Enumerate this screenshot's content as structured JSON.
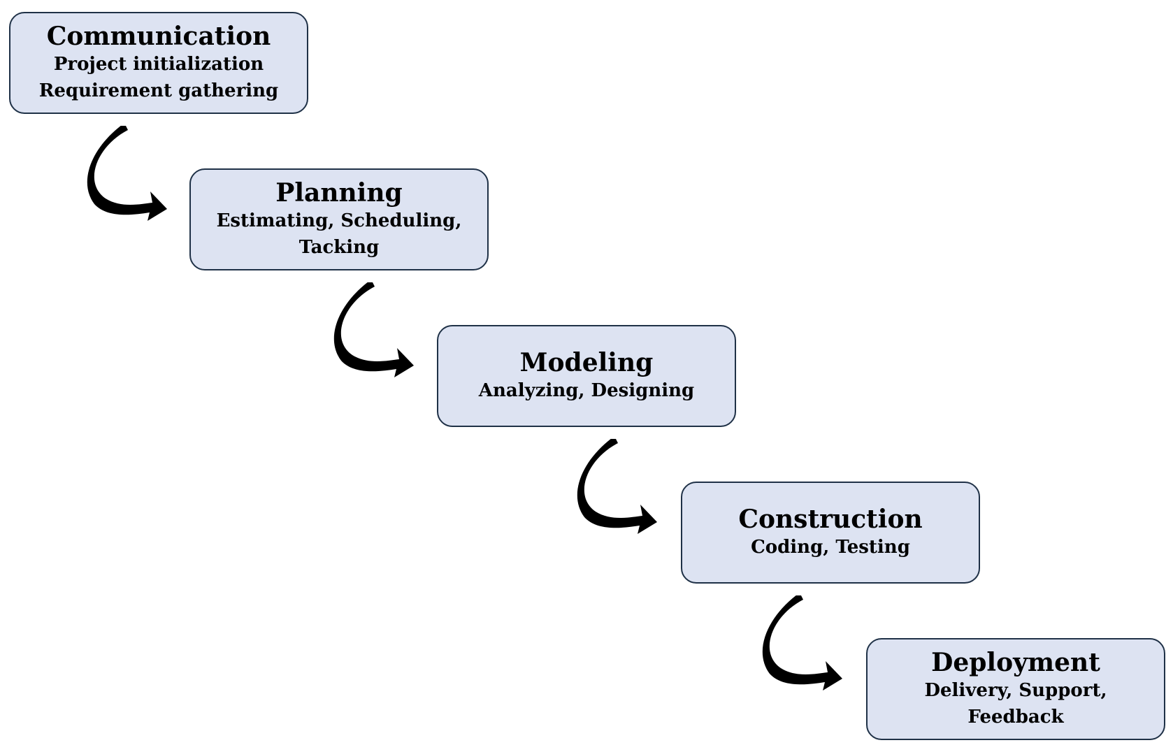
{
  "phases": [
    {
      "title": "Communication",
      "desc": "Project initialization\nRequirement gathering"
    },
    {
      "title": "Planning",
      "desc": "Estimating, Scheduling,\nTacking"
    },
    {
      "title": "Modeling",
      "desc": "Analyzing, Designing"
    },
    {
      "title": "Construction",
      "desc": "Coding, Testing"
    },
    {
      "title": "Deployment",
      "desc": "Delivery, Support,\nFeedback"
    }
  ],
  "colors": {
    "box_fill": "#dde3f2",
    "box_border": "#1f3147",
    "arrow": "#000000",
    "text": "#000000"
  }
}
